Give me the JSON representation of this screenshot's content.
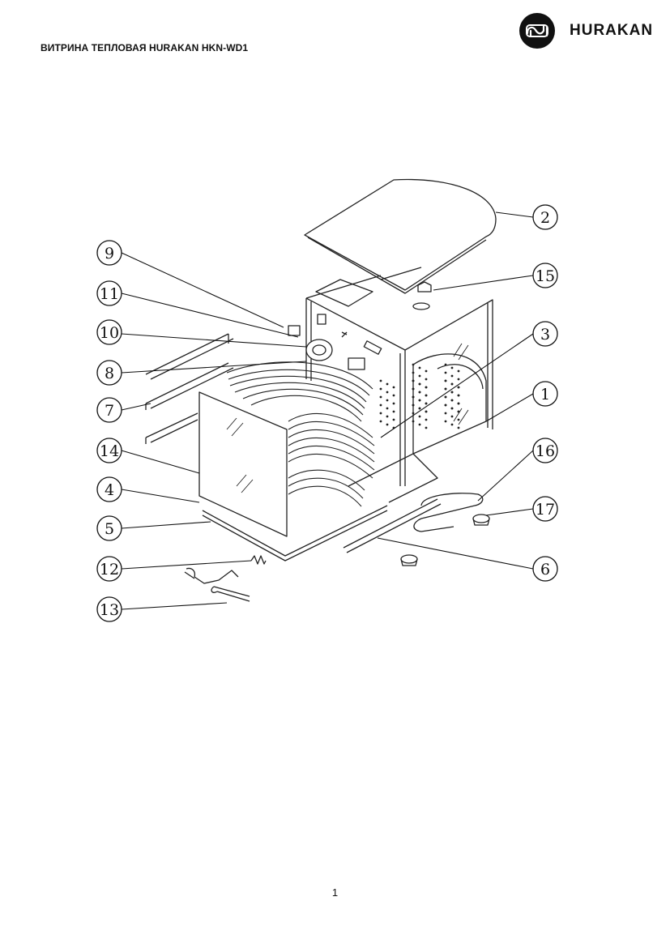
{
  "header": {
    "title": "ВИТРИНА ТЕПЛОВАЯ HURAKAN HKN-WD1",
    "brand_name": "HURAKAN",
    "brand_logo_icon": "wave-logo-icon"
  },
  "diagram": {
    "callouts": [
      {
        "id": "callout-1",
        "label": "1"
      },
      {
        "id": "callout-2",
        "label": "2"
      },
      {
        "id": "callout-3",
        "label": "3"
      },
      {
        "id": "callout-4",
        "label": "4"
      },
      {
        "id": "callout-5",
        "label": "5"
      },
      {
        "id": "callout-6",
        "label": "6"
      },
      {
        "id": "callout-7",
        "label": "7"
      },
      {
        "id": "callout-8",
        "label": "8"
      },
      {
        "id": "callout-9",
        "label": "9"
      },
      {
        "id": "callout-10",
        "label": "10"
      },
      {
        "id": "callout-11",
        "label": "11"
      },
      {
        "id": "callout-12",
        "label": "12"
      },
      {
        "id": "callout-13",
        "label": "13"
      },
      {
        "id": "callout-14",
        "label": "14"
      },
      {
        "id": "callout-15",
        "label": "15"
      },
      {
        "id": "callout-16",
        "label": "16"
      },
      {
        "id": "callout-17",
        "label": "17"
      }
    ]
  },
  "footer": {
    "page_number": "1"
  }
}
